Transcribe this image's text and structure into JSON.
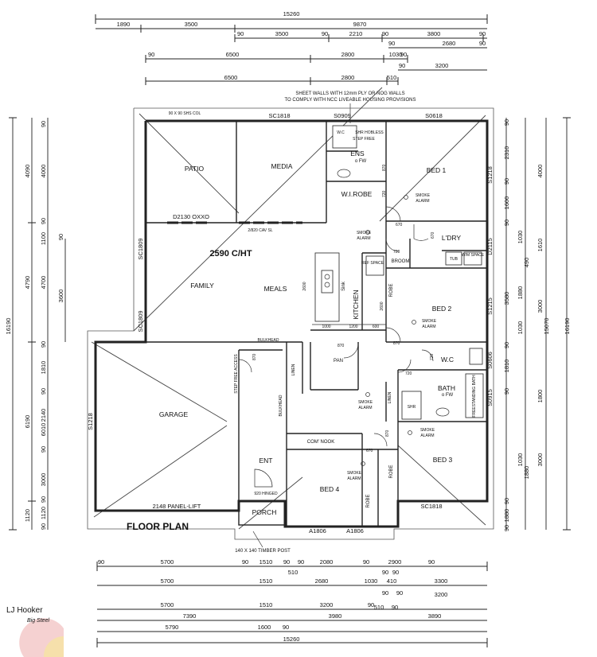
{
  "plan_title": "FLOOR PLAN",
  "notes": {
    "sheet_walls_1": "SHEET WALLS WITH 12mm PLY OR NOG WALLS",
    "sheet_walls_2": "TO COMPLY WITH NCC LIVEABLE HOUSING PROVISIONS",
    "column": "90 X 90 SHS COL",
    "timber_post": "140 X 140 TIMBER POST",
    "ceiling_height": "2590 C/HT",
    "bulkhead": "BULKHEAD",
    "bulkhead_vert": "BULKHEAD",
    "cav_sl": "2/820 CAV SL",
    "step_free": "STEP FREE ACCESS",
    "step_free_ens": "STEP FREE",
    "shr_hob": "SHR HOBLESS"
  },
  "rooms": {
    "patio": "PATIO",
    "media": "MEDIA",
    "bed1": "BED 1",
    "ens": "ENS",
    "wirobe": "W.I.ROBE",
    "family": "FAMILY",
    "meals": "MEALS",
    "kitchen": "KITCHEN",
    "ldry": "L'DRY",
    "broom": "BROOM",
    "bed2": "BED 2",
    "wc": "W.C",
    "bath": "BATH",
    "garage": "GARAGE",
    "comm_nook": "COM' NOOK",
    "bed3": "BED 3",
    "bed4": "BED 4",
    "ent": "ENT",
    "porch": "PORCH",
    "pan": "PAN",
    "linen1": "LINEN",
    "linen2": "LINEN",
    "robe1": "ROBE",
    "robe2": "ROBE",
    "robe3": "ROBE",
    "ref_space": "REF SPACE",
    "wm_space": "W/M SPACE",
    "tub": "TUB",
    "sink": "Sink",
    "shr": "SHR",
    "bath_tub": "FREESTANDING BATH",
    "wc_ens": "W.C",
    "fw1": "o FW",
    "fw2": "o FW"
  },
  "windows": {
    "sc1818_top": "SC1818",
    "s0909": "S0909",
    "s0618": "S0618",
    "d2130": "D2130 OXXO",
    "sc1809_a": "SC1809",
    "sc1809_b": "SC1809",
    "s1218_bed1": "S1218",
    "d2115": "D2115",
    "s1215": "S1215",
    "s0606": "S0606",
    "s0915": "S0915",
    "s1218_garage": "S1218",
    "panel_lift": "2148 PANEL-LIFT",
    "sc1818_bottom": "SC1818",
    "a1806_a": "A1806",
    "a1806_b": "A1806",
    "hinged": "920 HINGED"
  },
  "smoke_alarm": [
    "SMOKE",
    "ALARM"
  ],
  "door_widths": [
    "870",
    "720",
    "670",
    "720",
    "870",
    "870",
    "670",
    "720",
    "720",
    "670",
    "870",
    "870"
  ],
  "kitchen_dims": [
    "1000",
    "1200",
    "600",
    "2600",
    "2600"
  ],
  "top_dims": {
    "row1": [
      "15260"
    ],
    "row2": [
      "1890",
      "3500",
      "9870"
    ],
    "row3": [
      "90",
      "3500",
      "90",
      "2210",
      "90",
      "3800",
      "90"
    ],
    "row4": [
      "90",
      "2680",
      "90"
    ],
    "row5": [
      "90",
      "6500",
      "2800",
      "1030",
      "90"
    ],
    "row6": [
      "90",
      "3200"
    ],
    "row7": [
      "6500",
      "2800",
      "510"
    ]
  },
  "bottom_dims": {
    "row1": [
      "90",
      "5700",
      "90",
      "1510",
      "90",
      "90",
      "2080",
      "90",
      "2900",
      "90"
    ],
    "row2": [
      "510",
      "90",
      "90"
    ],
    "row3": [
      "5700",
      "1510",
      "2680",
      "1030",
      "410",
      "3300"
    ],
    "row4": [
      "90",
      "90"
    ],
    "row5": [
      "3200"
    ],
    "row6": [
      "5700",
      "1510",
      "3200",
      "90"
    ],
    "row7": [
      "510",
      "90"
    ],
    "row8": [
      "7390",
      "3980",
      "3890"
    ],
    "row9": [
      "5790",
      "1600",
      "90"
    ],
    "row10": [
      "15260"
    ]
  },
  "left_dims": {
    "outer": [
      "16190"
    ],
    "col2": [
      "4090",
      "4790",
      "6190",
      "1120"
    ],
    "col3": [
      "90",
      "4000",
      "90",
      "1100",
      "4700",
      "90",
      "1810",
      "90",
      "2140",
      "6010",
      "90",
      "3000",
      "90",
      "1120",
      "90"
    ],
    "col4": [
      "90",
      "3600"
    ]
  },
  "right_dims": {
    "outer": [
      "16190"
    ],
    "col2": [
      "15070"
    ],
    "col1": [
      "90",
      "2310",
      "4000",
      "90",
      "1600",
      "90",
      "1030",
      "1610",
      "490",
      "3580",
      "3000",
      "1880",
      "1030",
      "90",
      "1810",
      "1800",
      "90",
      "1030",
      "3000",
      "1880",
      "90",
      "1880",
      "90"
    ]
  },
  "watermark": {
    "brand": "LJ Hooker",
    "tagline": "Big Steel"
  }
}
